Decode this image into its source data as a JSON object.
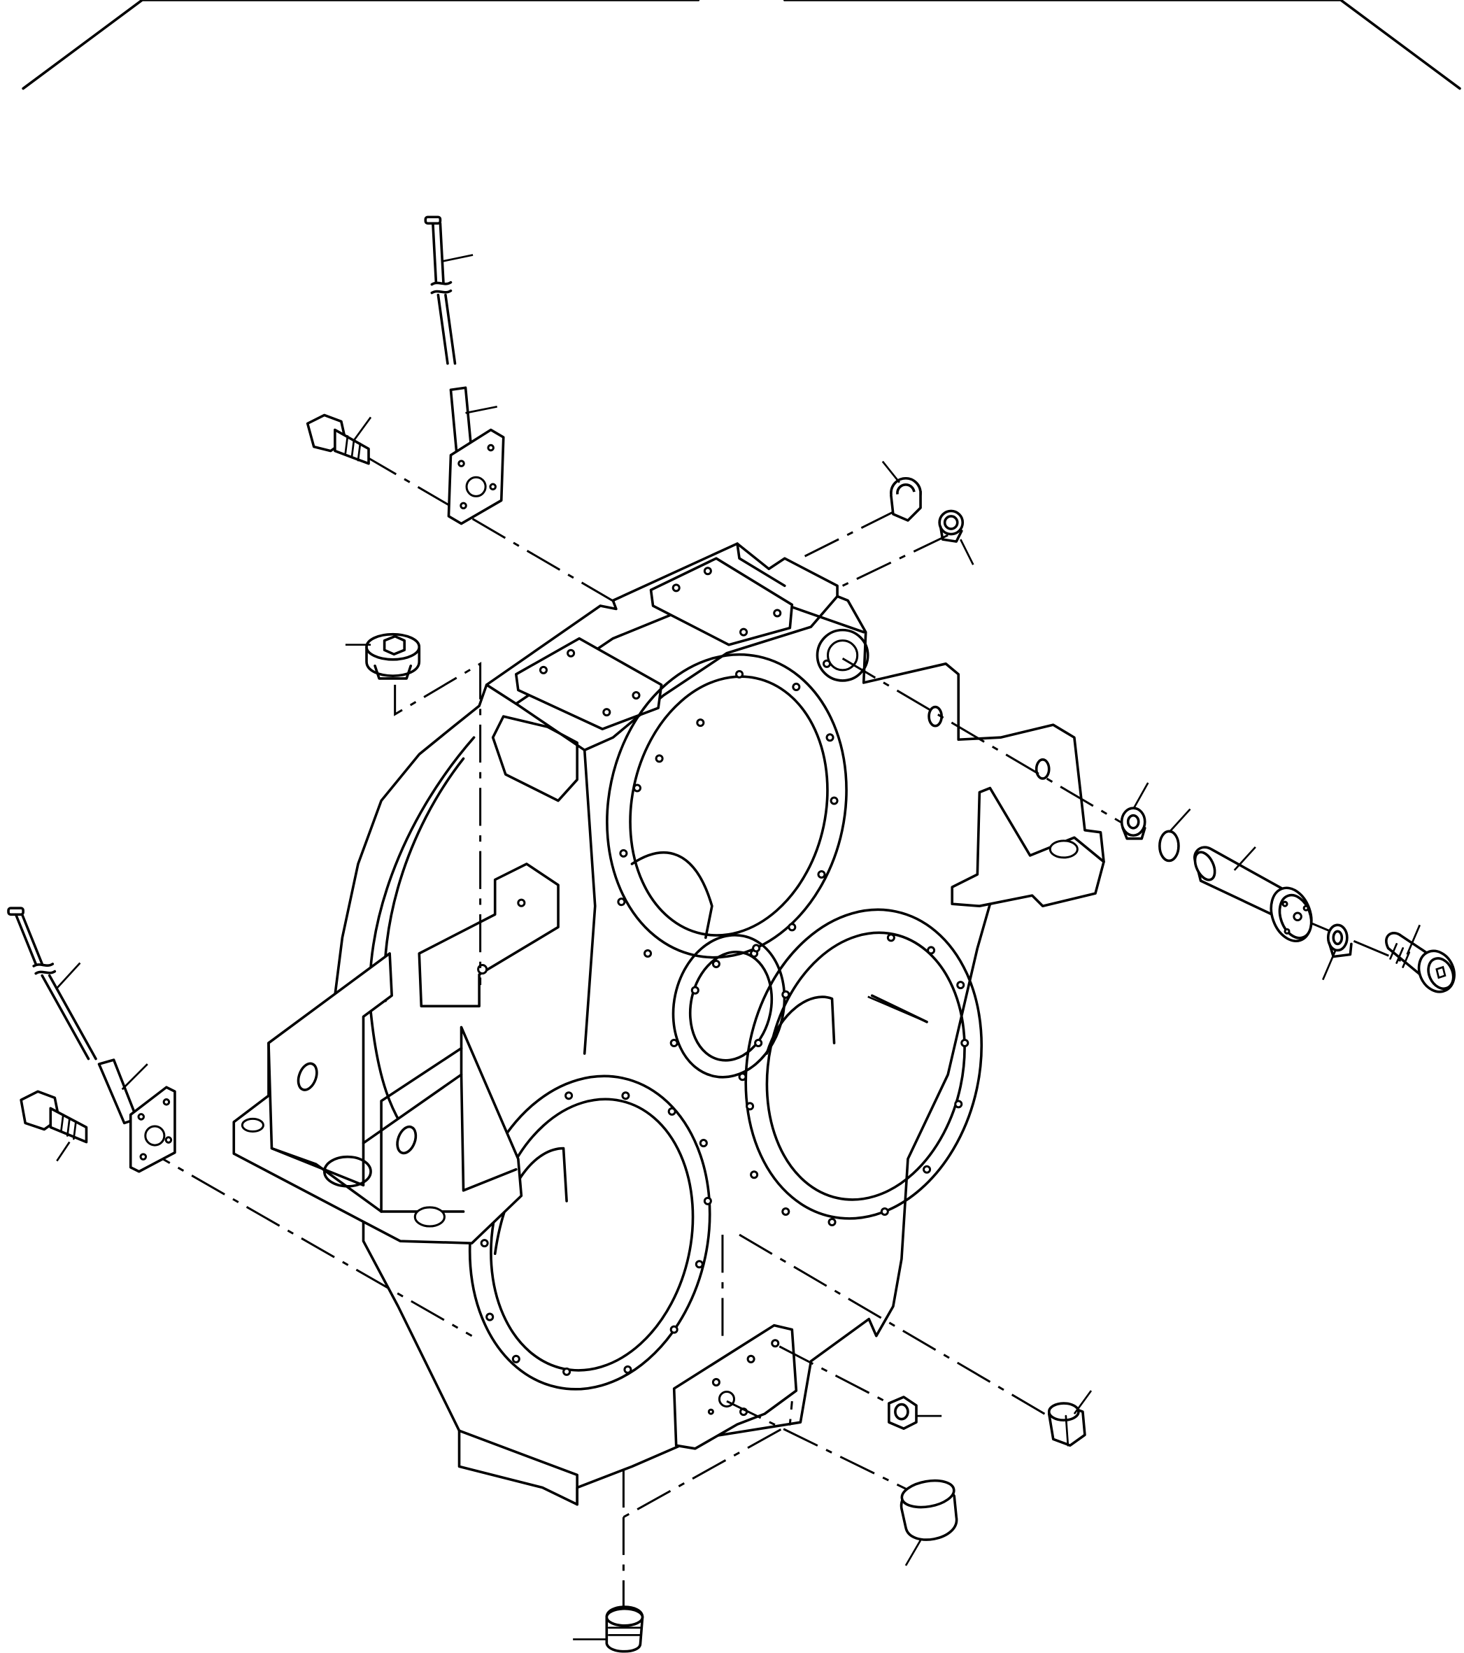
{
  "parts": [
    {
      "id": "dipstick-upper",
      "icon": "dipstick-icon"
    },
    {
      "id": "dipstick-lower",
      "icon": "dipstick-icon"
    },
    {
      "id": "tube-flange-upper",
      "icon": "tube-flange-icon"
    },
    {
      "id": "tube-flange-lower",
      "icon": "tube-flange-icon"
    },
    {
      "id": "hex-bolt-upper",
      "icon": "hex-bolt-icon"
    },
    {
      "id": "hex-bolt-lower",
      "icon": "hex-bolt-icon"
    },
    {
      "id": "breather-plug",
      "icon": "plug-icon"
    },
    {
      "id": "socket-plug-left",
      "icon": "plug-icon"
    },
    {
      "id": "plug-top-large",
      "icon": "plug-icon"
    },
    {
      "id": "plug-top-small",
      "icon": "plug-icon"
    },
    {
      "id": "seal-ring",
      "icon": "seal-icon"
    },
    {
      "id": "o-ring",
      "icon": "o-ring-icon"
    },
    {
      "id": "shaft-pin",
      "icon": "shaft-icon"
    },
    {
      "id": "small-plug-right",
      "icon": "plug-icon"
    },
    {
      "id": "socket-cap-screw",
      "icon": "cap-screw-icon"
    },
    {
      "id": "plug-bottom-small",
      "icon": "plug-icon"
    },
    {
      "id": "drain-plug-right",
      "icon": "plug-icon"
    },
    {
      "id": "cover-cap",
      "icon": "cap-icon"
    },
    {
      "id": "drain-plug-bottom",
      "icon": "plug-icon"
    },
    {
      "id": "gearbox-housing",
      "icon": "housing-icon"
    }
  ]
}
